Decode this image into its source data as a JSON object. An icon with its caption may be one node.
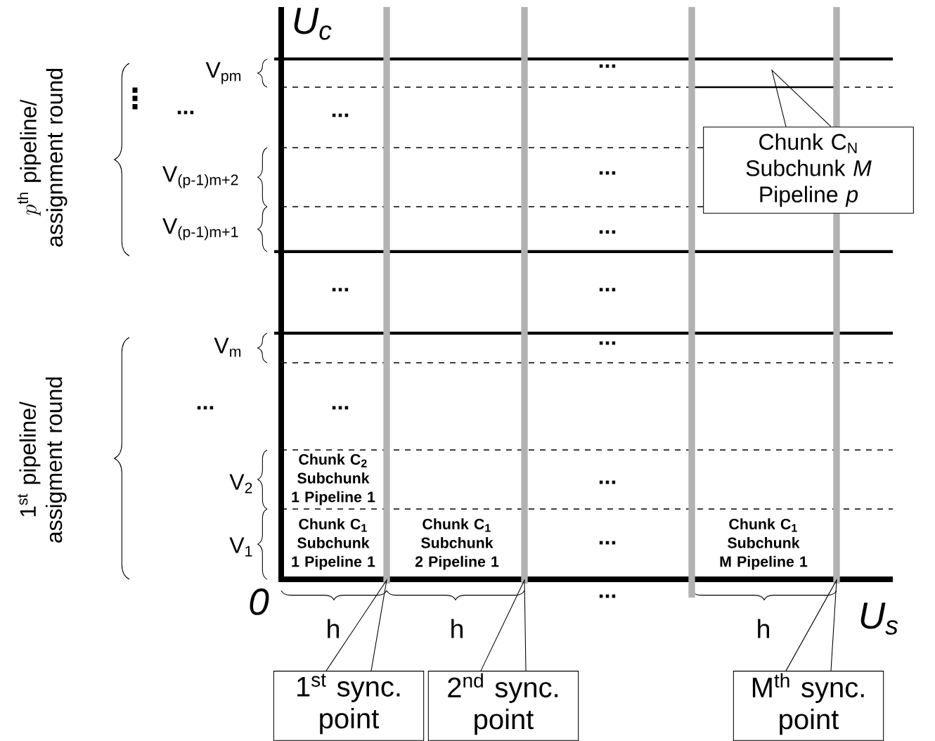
{
  "diagram": {
    "nodes": [
      {
        "text": [],
        "shape": "bar"
      },
      {
        "text": [],
        "shape": "bar"
      },
      {
        "text": [],
        "shape": "bar"
      },
      {
        "text": [],
        "shape": "bar"
      },
      {
        "text": [
          "Chunk C$_{N}$ Subchunk *M* Pipeline *p*"
        ]
      },
      {
        "text": [
          "\\begin{array}{c}\\mathrm{1}^{\\mathrm{st}}\\textrm{ sync.}\\\\\\textrm{point}\\end{array}"
        ]
      },
      {
        "text": [
          "\\begin{array}{c}\\mathrm{2}^{\\mathrm{nd}}\\textrm{ sync.}\\\\\\textrm{point}\\end{array}"
        ]
      },
      {
        "text": [
          "\\begin{array}{c}\\mathrm{M}^{\\mathrm{th}}\\textrm{ sync.}\\\\\\textrm{point}\\end{array}"
        ]
      }
    ],
    "edges": [
      {
        "from": 4,
        "to": null,
        "arrow": "none"
      },
      {
        "from": 5,
        "to": 0,
        "arrow": "none"
      },
      {
        "from": 6,
        "to": 1,
        "arrow": "none"
      },
      {
        "from": 7,
        "to": 3,
        "arrow": "none"
      }
    ],
    "labels": [
      "p^{\\mathrm{th}}\\textrm{ pipeline/}",
      "assignment round",
      "1$^{st}$ pipeline/ assigment round",
      "U$_{c}$",
      "V$_{pm}$",
      "⋮",
      "...",
      "...",
      "...",
      "V$_{(p-1)m+2}$",
      "...",
      "V$_{(p-1)m+1}$",
      "...",
      "...",
      "...",
      "V$_{m}$",
      "...",
      "...",
      "...",
      "V$_{2}$",
      "...",
      "Chunk C$_{2}$ Subchunk 1 Pipeline 1",
      "V$_{1}$",
      "Chunk C$_{1}$ Subchunk 1 Pipeline 1",
      "Chunk C$_{1}$ Subchunk 2 Pipeline 1",
      "...",
      "Chunk C$_{1}$ Subchunk M Pipeline 1",
      "0",
      "...",
      "h",
      "h",
      "h",
      "U$_{s}$"
    ]
  }
}
